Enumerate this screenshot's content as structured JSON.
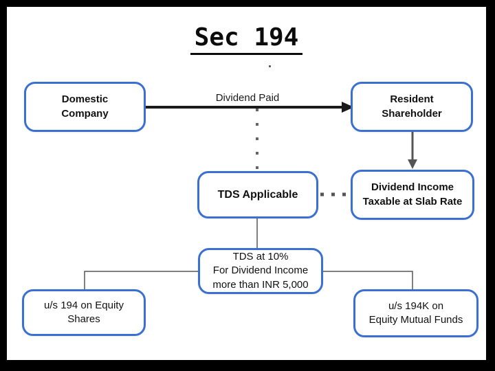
{
  "title": {
    "text": "Sec 194"
  },
  "diagram": {
    "nodes": {
      "domestic_company": {
        "label": "Domestic\nCompany"
      },
      "resident_shareholder": {
        "label": "Resident\nShareholder"
      },
      "tds_applicable": {
        "label": "TDS Applicable"
      },
      "dividend_income": {
        "label": "Dividend Income\nTaxable at Slab Rate"
      },
      "tds_rate": {
        "label": "TDS at 10%\nFor Dividend Income\nmore than INR 5,000"
      },
      "us_194_equity_shares": {
        "label": "u/s 194 on Equity\nShares"
      },
      "us_194k_mutual_funds": {
        "label": "u/s 194K on\nEquity Mutual Funds"
      }
    },
    "edges": {
      "dividend_paid": {
        "label": "Dividend Paid"
      }
    },
    "colors": {
      "box_border": "#3b6fd1",
      "arrow_black": "#1a1a1a",
      "connector_gray": "#555555",
      "dot_gray": "#666666",
      "frame_black": "#000000"
    }
  }
}
